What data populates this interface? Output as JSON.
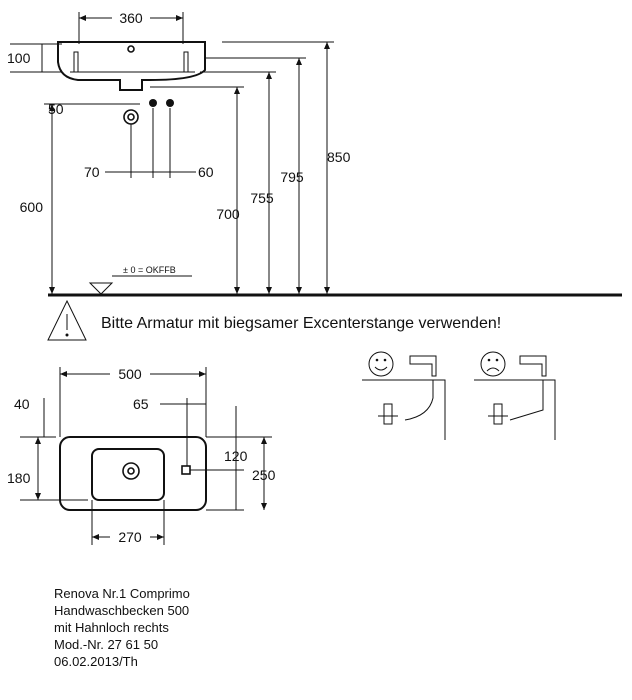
{
  "side_view": {
    "dim_top_width": "360",
    "dim_left_100": "100",
    "dim_left_50": "50",
    "dim_70": "70",
    "dim_60": "60",
    "dim_600": "600",
    "dim_700": "700",
    "dim_755": "755",
    "dim_795": "795",
    "dim_850": "850",
    "floor_label": "± 0 = OKFFB"
  },
  "warning": {
    "text": "Bitte Armatur mit biegsamer Excenterstange verwenden!",
    "icon": "warning-triangle-icon"
  },
  "plan_view": {
    "dim_500": "500",
    "dim_65": "65",
    "dim_40": "40",
    "dim_120": "120",
    "dim_180": "180",
    "dim_250": "250",
    "dim_270": "270"
  },
  "faucet_examples": {
    "good_icon": "smiley-happy-icon",
    "bad_icon": "smiley-sad-icon"
  },
  "title_block": {
    "line1": "Renova Nr.1 Comprimo",
    "line2": "Handwaschbecken 500",
    "line3": "mit Hahnloch rechts",
    "line4": "Mod.-Nr. 27 61 50",
    "line5": "06.02.2013/Th"
  }
}
